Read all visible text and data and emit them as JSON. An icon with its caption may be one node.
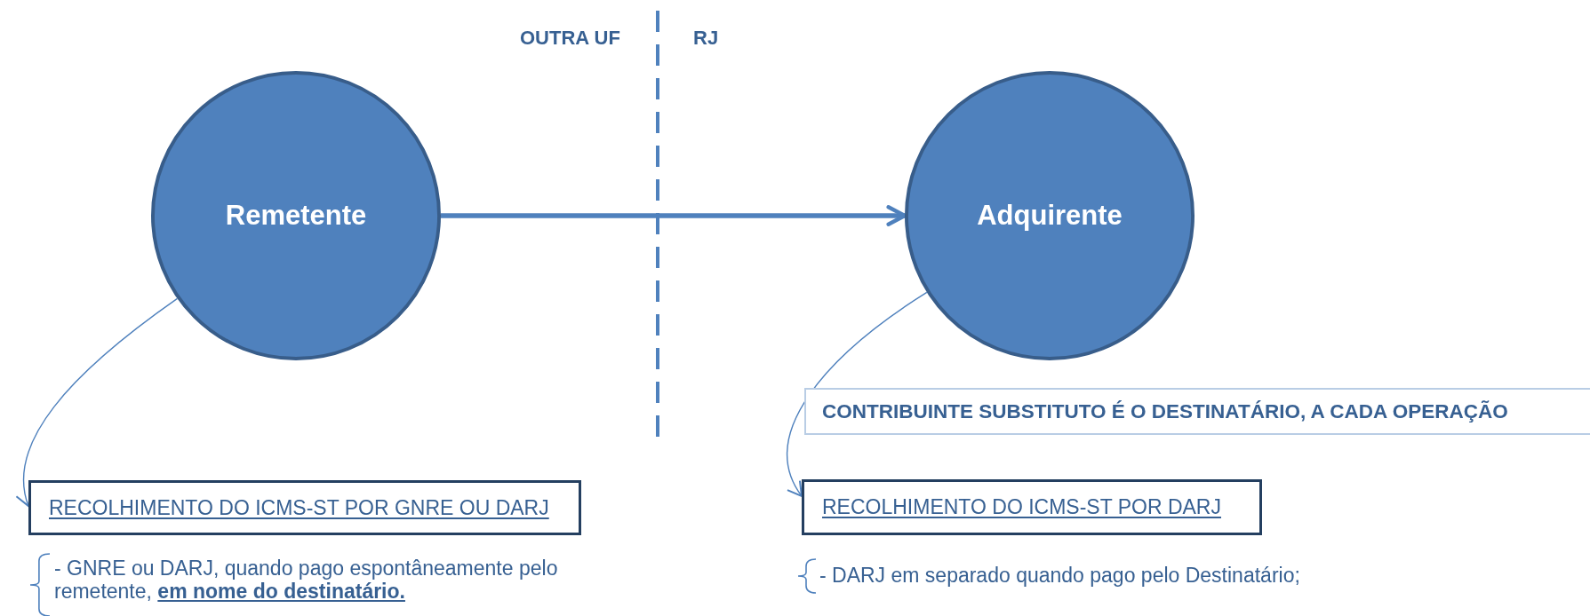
{
  "diagram": {
    "nodes": [
      {
        "text": [
          "Remetente"
        ]
      },
      {
        "text": [
          "Adquirente"
        ]
      },
      {
        "text": [
          "CONTRIBUINTE SUBSTITUTO É O DESTINATÁRIO, A CADA OPERAÇÃO"
        ]
      },
      {
        "text": [
          "RECOLHIMENTO DO ICMS-ST POR GNRE OU DARJ"
        ]
      },
      {
        "text": [
          "RECOLHIMENTO DO ICMS-ST POR DARJ"
        ]
      }
    ],
    "edges": [
      {
        "from": 0,
        "to": 1,
        "arrow": "to",
        "style": "thick"
      },
      {
        "from": 0,
        "to": 3,
        "arrow": "to"
      },
      {
        "from": 1,
        "to": 4,
        "arrow": "to"
      }
    ],
    "labels": [
      "OUTRA UF",
      "RJ",
      "- GNRE ou DARJ, quando pago espontâneamente pelo remetente, **em nome do destinatário.**",
      "- DARJ em separado quando pago pelo Destinatário;"
    ]
  }
}
